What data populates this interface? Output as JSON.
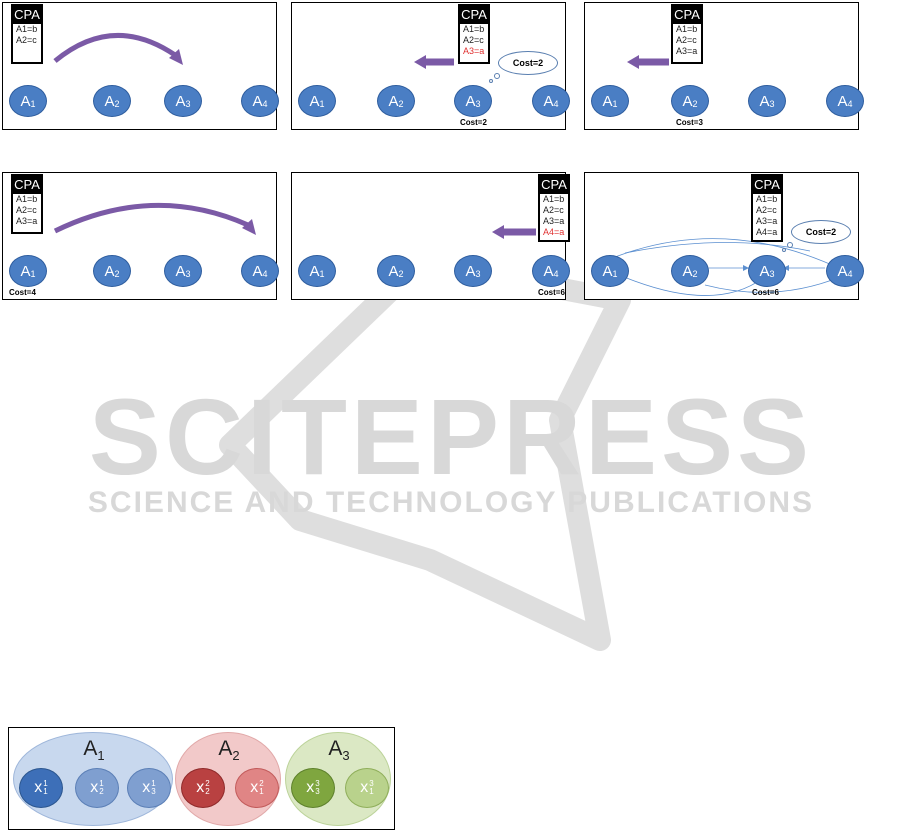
{
  "panels": [
    {
      "cpa_title": "CPA",
      "rows": [
        {
          "text": "A1=b",
          "red": false
        },
        {
          "text": "A2=c",
          "red": false
        }
      ],
      "cost": "",
      "cloud": ""
    },
    {
      "cpa_title": "CPA",
      "rows": [
        {
          "text": "A1=b",
          "red": false
        },
        {
          "text": "A2=c",
          "red": false
        },
        {
          "text": "A3=a",
          "red": true
        }
      ],
      "cost": "Cost=2",
      "cloud": "Cost=2"
    },
    {
      "cpa_title": "CPA",
      "rows": [
        {
          "text": "A1=b",
          "red": false
        },
        {
          "text": "A2=c",
          "red": false
        },
        {
          "text": "A3=a",
          "red": false
        }
      ],
      "cost": "Cost=3",
      "cloud": ""
    },
    {
      "cpa_title": "CPA",
      "rows": [
        {
          "text": "A1=b",
          "red": false
        },
        {
          "text": "A2=c",
          "red": false
        },
        {
          "text": "A3=a",
          "red": false
        }
      ],
      "cost": "Cost=4",
      "cloud": ""
    },
    {
      "cpa_title": "CPA",
      "rows": [
        {
          "text": "A1=b",
          "red": false
        },
        {
          "text": "A2=c",
          "red": false
        },
        {
          "text": "A3=a",
          "red": false
        },
        {
          "text": "A4=a",
          "red": true
        }
      ],
      "cost": "Cost=6",
      "cloud": ""
    },
    {
      "cpa_title": "CPA",
      "rows": [
        {
          "text": "A1=b",
          "red": false
        },
        {
          "text": "A2=c",
          "red": false
        },
        {
          "text": "A3=a",
          "red": false
        },
        {
          "text": "A4=a",
          "red": false
        }
      ],
      "cost": "Cost=6",
      "cloud": "Cost=2"
    }
  ],
  "agents": [
    {
      "letter": "A",
      "index": "1"
    },
    {
      "letter": "A",
      "index": "2"
    },
    {
      "letter": "A",
      "index": "3"
    },
    {
      "letter": "A",
      "index": "4"
    }
  ],
  "watermark": {
    "title": "SCITEPRESS",
    "subtitle": "SCIENCE AND TECHNOLOGY PUBLICATIONS"
  },
  "groups": [
    {
      "label": "A",
      "sub": "1",
      "vars": [
        {
          "sub": "1",
          "sup": "1"
        },
        {
          "sub": "2",
          "sup": "1"
        },
        {
          "sub": "3",
          "sup": "1"
        }
      ]
    },
    {
      "label": "A",
      "sub": "2",
      "vars": [
        {
          "sub": "2",
          "sup": "2"
        },
        {
          "sub": "1",
          "sup": "2"
        }
      ]
    },
    {
      "label": "A",
      "sub": "3",
      "vars": [
        {
          "sub": "3",
          "sup": "3"
        },
        {
          "sub": "1",
          "sup": "3"
        }
      ]
    }
  ],
  "var_letter": "x",
  "colors": {
    "node": "#4a7ec4",
    "arrow": "#7b5aa6",
    "msg_line": "#5b8fd0",
    "group_blue_bg": "#c8d8ee",
    "group_red_bg": "#f2c9c9",
    "group_green_bg": "#dbe8c4"
  }
}
